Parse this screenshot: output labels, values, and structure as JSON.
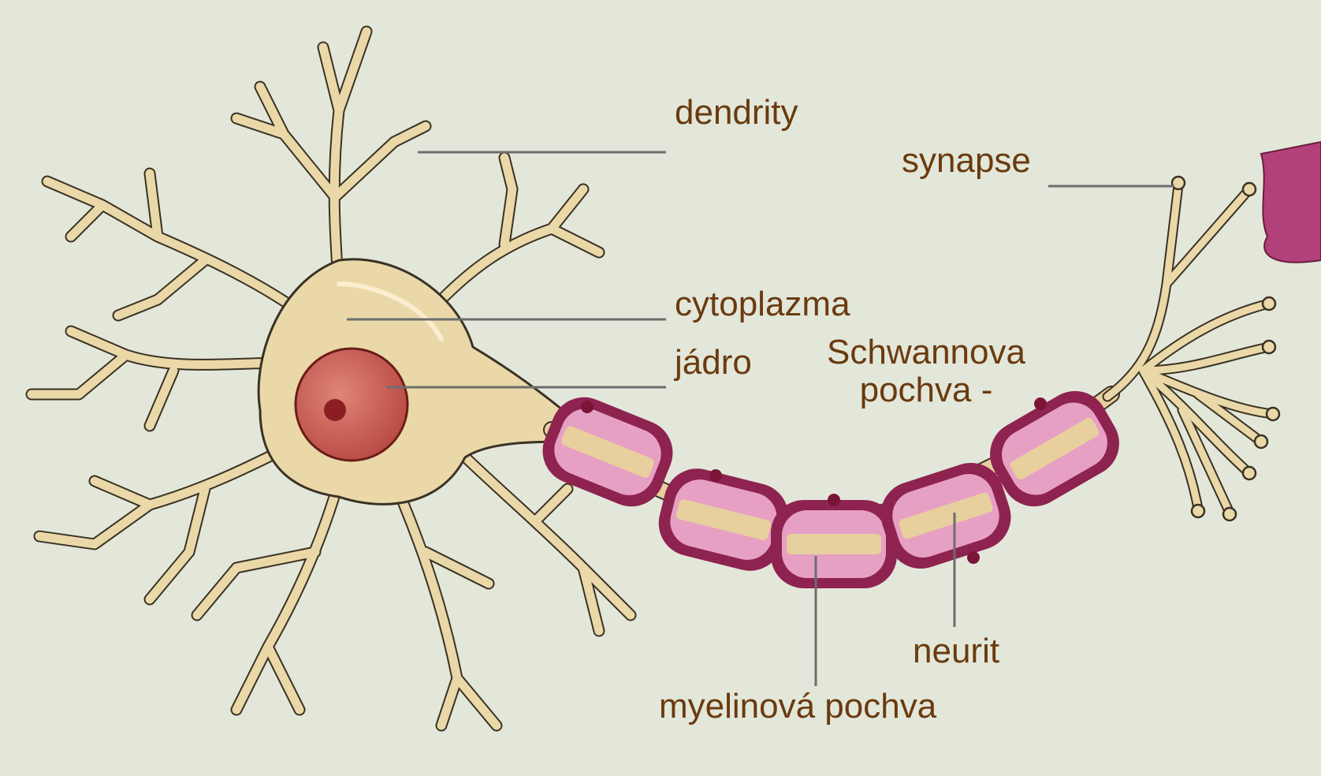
{
  "labels": {
    "dendrity": "dendrity",
    "synapse": "synapse",
    "cytoplazma": "cytoplazma",
    "jadro": "jádro",
    "schwannova_line1": "Schwannova",
    "schwannova_line2": "pochva -",
    "neurit": "neurit",
    "myelinova_pochva": "myelinová pochva"
  },
  "colors": {
    "background": "#e2e7da",
    "label_text": "#6b3a0e",
    "leader_line": "#6d6d6d",
    "cell_fill": "#ead8a8",
    "cell_outline": "#3a3224",
    "nucleus": "#c8594e",
    "nucleolus": "#8a1e20",
    "myelin_outer": "#8e2350",
    "myelin_inner": "#e6a0c4",
    "axon_core": "#e8cf9e"
  }
}
